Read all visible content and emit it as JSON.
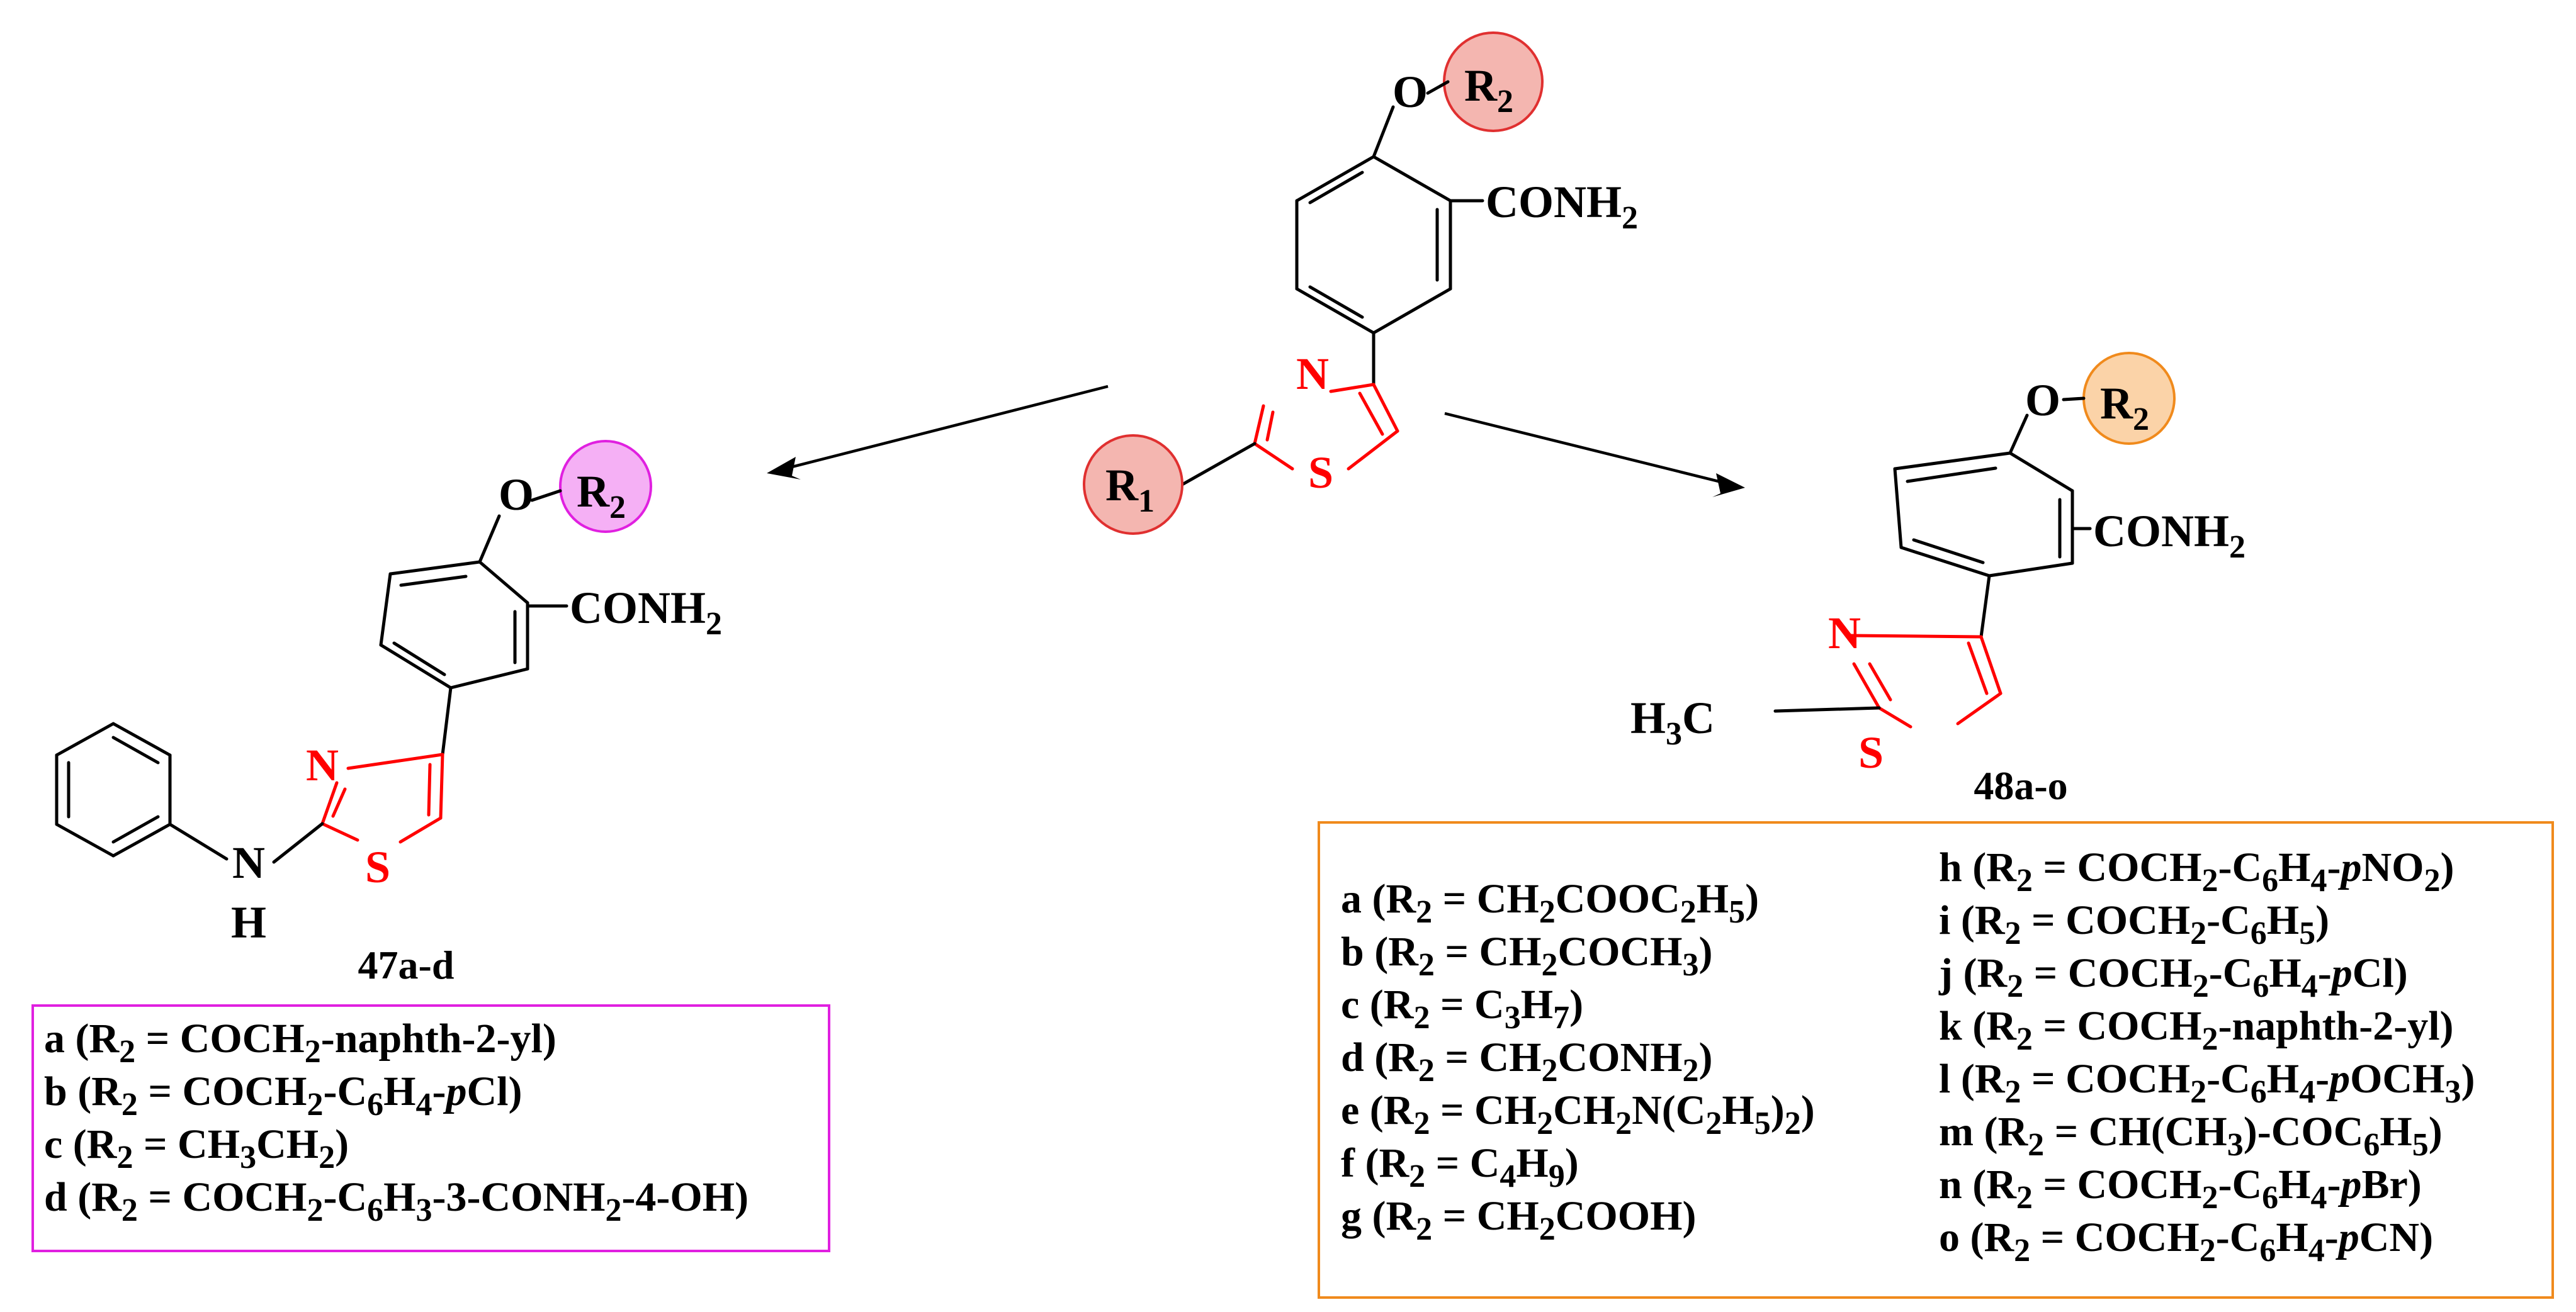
{
  "colors": {
    "r2_top_fill": "#f4b6b0",
    "r2_top_stroke": "#e03030",
    "r1_fill": "#f4b6b0",
    "r1_stroke": "#e03030",
    "r2_left_fill": "#f5b0f5",
    "r2_left_stroke": "#e020e0",
    "r2_right_fill": "#fbd3a8",
    "r2_right_stroke": "#f08a1c",
    "box_left_stroke": "#e020e0",
    "box_right_stroke": "#f08a1c",
    "thiazole": "#ff0000"
  },
  "atoms": {
    "O": "O",
    "N": "N",
    "S": "S",
    "NH_N": "N",
    "NH_H": "H",
    "R": "R",
    "R1_sub": "1",
    "R2_sub": "2",
    "conh": "CONH",
    "conh_sub": "2",
    "h3c_h": "H",
    "h3c_sub": "3",
    "h3c_c": "C"
  },
  "compound_left": "47a-d",
  "compound_right": "48a-o",
  "list_left": [
    [
      "a",
      " (R",
      "2",
      " = COCH",
      "2",
      "-naphth-2-yl)"
    ],
    [
      "b",
      " (R",
      "2",
      " = COCH",
      "2",
      "-C",
      "6",
      "H",
      "4",
      "-",
      "p",
      "Cl)"
    ],
    [
      "c",
      " (R",
      "2",
      " = CH",
      "3",
      "CH",
      "2",
      ")"
    ],
    [
      "d",
      " (R",
      "2",
      " = COCH",
      "2",
      "-C",
      "6",
      "H",
      "3",
      "-3-CONH",
      "2",
      "-4-OH)"
    ]
  ],
  "list_right_col1": [
    [
      "a",
      " (R",
      "2",
      " = CH",
      "2",
      "COOC",
      "2",
      "H",
      "5",
      ")"
    ],
    [
      "b",
      " (R",
      "2",
      " = CH",
      "2",
      "COCH",
      "3",
      ")"
    ],
    [
      "c",
      " (R",
      "2",
      " = C",
      "3",
      "H",
      "7",
      ")"
    ],
    [
      "d",
      " (R",
      "2",
      " = CH",
      "2",
      "CONH",
      "2",
      ")"
    ],
    [
      "e",
      " (R",
      "2",
      " = CH",
      "2",
      "CH",
      "2",
      "N(C",
      "2",
      "H",
      "5",
      ")",
      "2",
      ")"
    ],
    [
      "f",
      " (R",
      "2",
      " = C",
      "4",
      "H",
      "9",
      ")"
    ],
    [
      "g",
      " (R",
      "2",
      " = CH",
      "2",
      "COOH)"
    ]
  ],
  "list_right_col2": [
    [
      "h",
      " (R",
      "2",
      " = COCH",
      "2",
      "-C",
      "6",
      "H",
      "4",
      "-",
      "p",
      "NO",
      "2",
      ")"
    ],
    [
      "i",
      " (R",
      "2",
      " = COCH",
      "2",
      "-C",
      "6",
      "H",
      "5",
      ")"
    ],
    [
      "j",
      " (R",
      "2",
      " = COCH",
      "2",
      "-C",
      "6",
      "H",
      "4",
      "-",
      "p",
      "Cl)"
    ],
    [
      "k",
      " (R",
      "2",
      " = COCH",
      "2",
      "-naphth-2-yl)"
    ],
    [
      "l",
      " (R",
      "2",
      " = COCH",
      "2",
      "-C",
      "6",
      "H",
      "4",
      "-",
      "p",
      "OCH",
      "3",
      ")"
    ],
    [
      "m",
      " (R",
      "2",
      " = CH(CH",
      "3",
      ")-COC",
      "6",
      "H",
      "5",
      ")"
    ],
    [
      "n",
      " (R",
      "2",
      " = COCH",
      "2",
      "-C",
      "6",
      "H",
      "4",
      "-",
      "p",
      "Br)"
    ],
    [
      "o",
      " (R",
      "2",
      " = COCH",
      "2",
      "-C",
      "6",
      "H",
      "4",
      "-",
      "p",
      "CN)"
    ]
  ]
}
